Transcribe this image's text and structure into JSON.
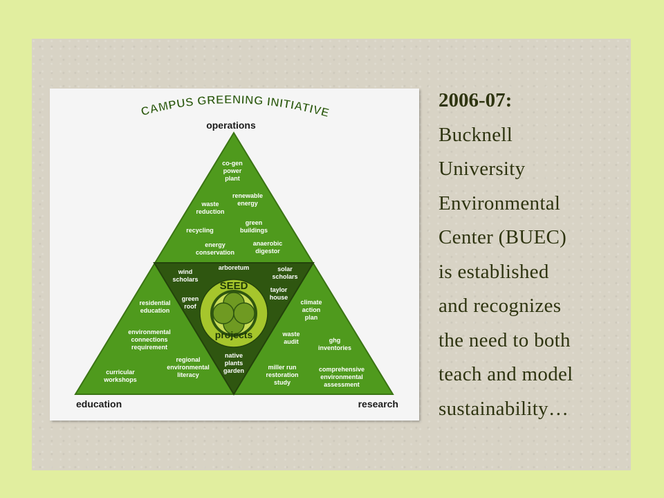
{
  "slide": {
    "background_color": "#e1ee9f",
    "panel_color": "#d8d3c5",
    "caption": {
      "year": "2006-07:",
      "lines": [
        "Bucknell",
        "University",
        "Environmental",
        "Center (BUEC)",
        "is established",
        "and recognizes",
        "the need to both",
        "teach and model",
        "sustainability…"
      ]
    }
  },
  "diagram": {
    "title": "CAMPUS GREENING INITIATIVE",
    "corners": {
      "top": "operations",
      "bottom_left": "education",
      "bottom_right": "research"
    },
    "colors": {
      "outer_green": "#4f9a1d",
      "inner_dark": "#2f5610",
      "seed_circle": "#a6c62c",
      "label_text": "#ffffff",
      "title_text": "#2e5a12"
    },
    "seed": {
      "top_label": "SEED",
      "bottom_label": "projects"
    },
    "operations_items": [
      "co-gen power plant",
      "renewable energy",
      "waste reduction",
      "green buildings",
      "recycling",
      "energy conservation",
      "anaerobic digestor"
    ],
    "center_items": [
      "arboretum",
      "wind scholars",
      "solar scholars",
      "green roof",
      "taylor house",
      "native plants garden"
    ],
    "education_items": [
      "residential education",
      "environmental connections requirement",
      "regional environmental literacy",
      "curricular workshops"
    ],
    "research_items": [
      "climate action plan",
      "waste audit",
      "ghg inventories",
      "miller run restoration study",
      "comprehensive environmental assessment"
    ]
  }
}
